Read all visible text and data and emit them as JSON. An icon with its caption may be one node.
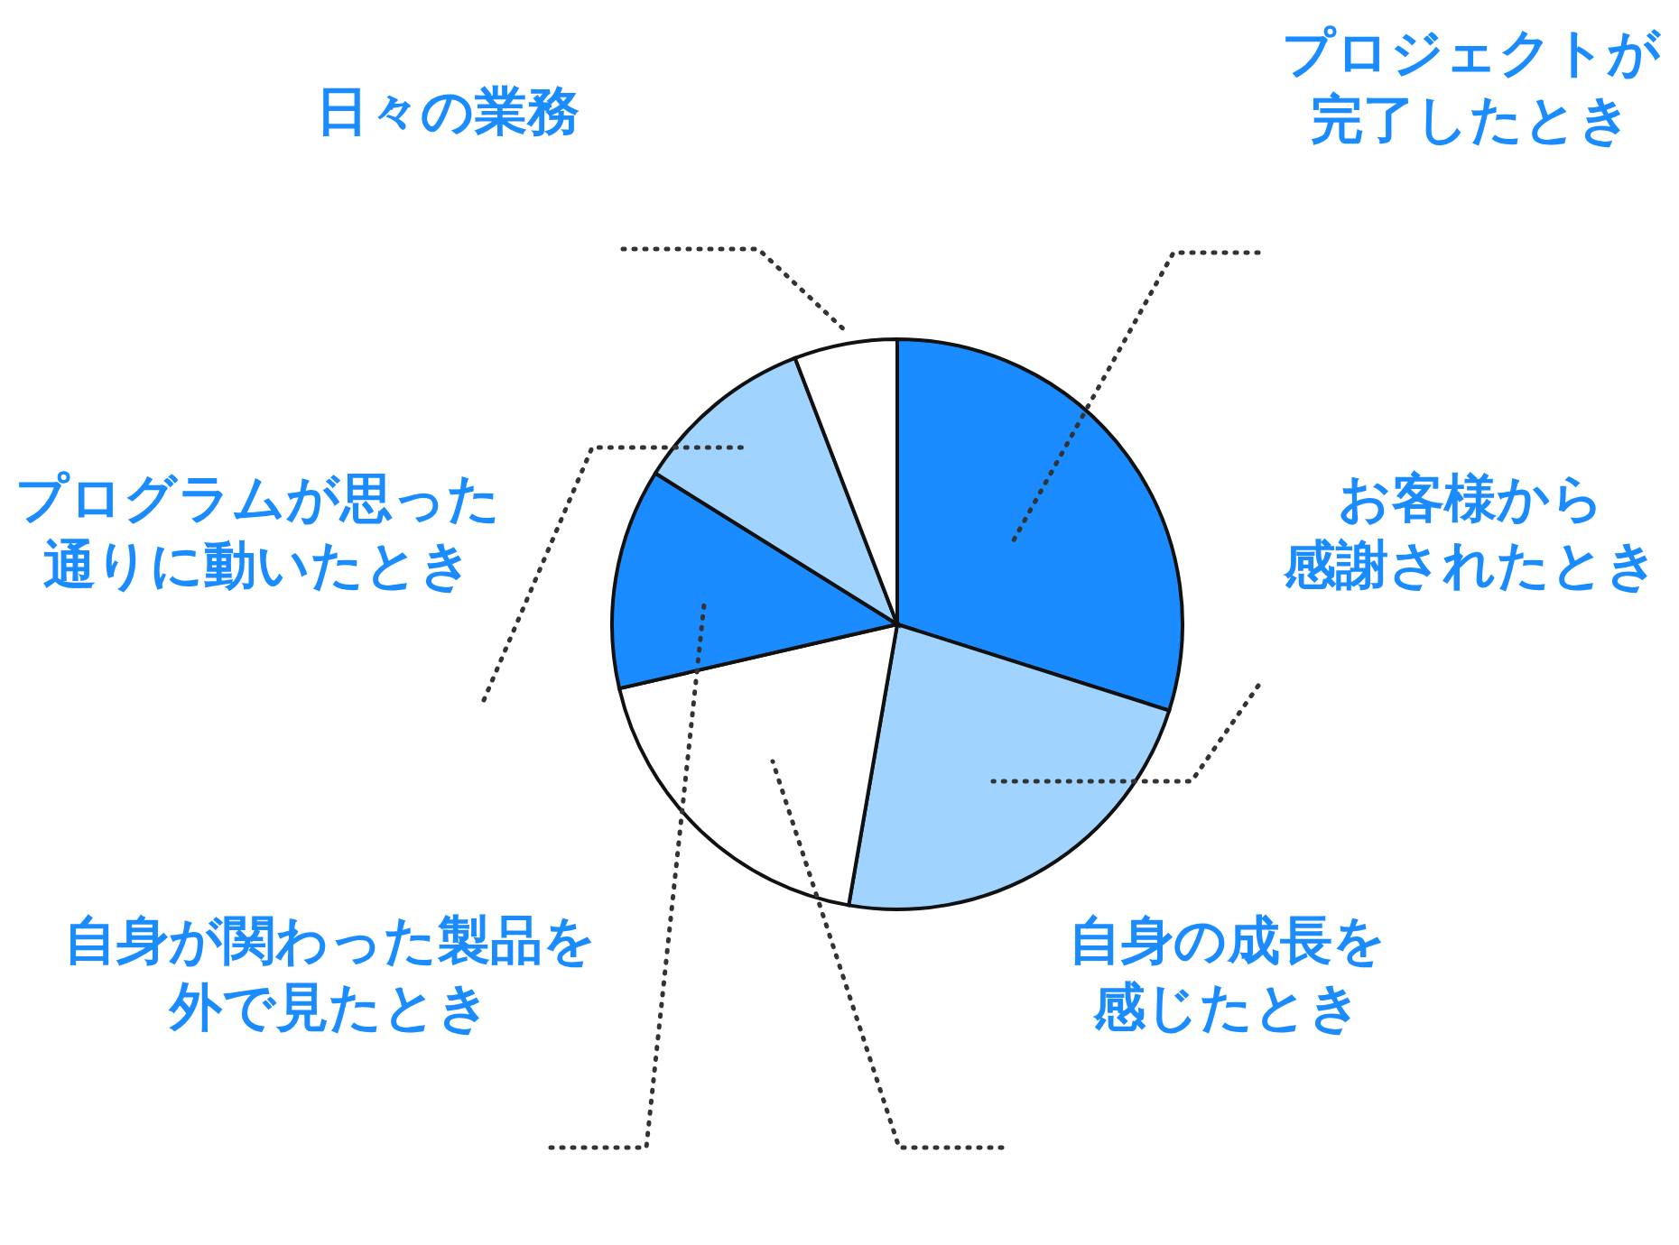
{
  "diagram": {
    "nodes": [
      {
        "text": [
          "日々の業務"
        ]
      },
      {
        "text": [
          "プロジェクトが完了したとき"
        ]
      },
      {
        "text": [
          "プログラムが思った通りに動いたとき"
        ]
      },
      {
        "text": [
          "お客様から感謝されたとき"
        ]
      },
      {
        "text": [
          "自身が関わった製品を外で見たとき"
        ]
      },
      {
        "text": [
          "自身の成長を感じたとき"
        ]
      },
      {
        "text": [],
        "shape": "slice"
      },
      {
        "text": [],
        "shape": "slice"
      },
      {
        "text": [],
        "shape": "slice"
      },
      {
        "text": [],
        "shape": "slice"
      },
      {
        "text": [],
        "shape": "slice"
      },
      {
        "text": [],
        "shape": "slice"
      }
    ],
    "edges": [
      {
        "from": 0,
        "to": 11,
        "arrow": "none",
        "style": "dashed"
      },
      {
        "from": 1,
        "to": 6,
        "arrow": "none",
        "style": "dashed"
      },
      {
        "from": 2,
        "to": 10,
        "arrow": "none",
        "style": "dashed"
      },
      {
        "from": 3,
        "to": 7,
        "arrow": "none",
        "style": "dashed"
      },
      {
        "from": 4,
        "to": 9,
        "arrow": "none",
        "style": "dashed"
      },
      {
        "from": 5,
        "to": 8,
        "arrow": "none",
        "style": "dashed"
      }
    ]
  }
}
